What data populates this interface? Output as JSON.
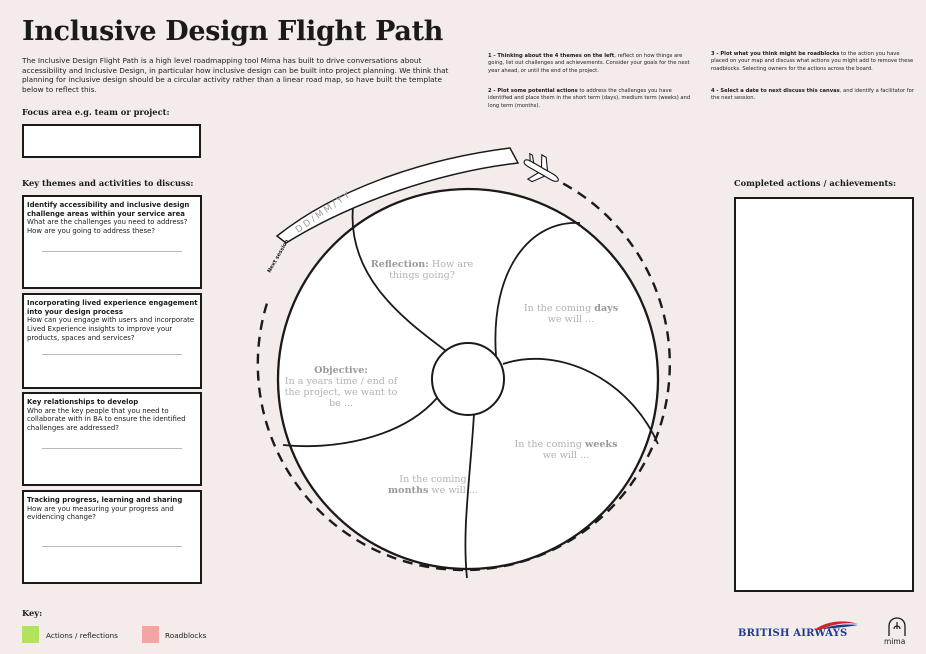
{
  "header": {
    "title": "Inclusive Design Flight Path",
    "intro": "The Inclusive Design Flight Path is a high level roadmapping tool Mima has built to drive conversations about accessibility and Inclusive Design, in particular how inclusive design can be built into project planning. We think that planning for inclusive design should be a circular activity rather than a linear road map, so have built the template below to reflect this."
  },
  "instructions": [
    {
      "bold": "1 - Thinking about the 4 themes on the left",
      "text": ", reflect on how things are going, list out challenges and achievements. Consider your goals for the next year ahead, or until the end of the project."
    },
    {
      "bold": "2 - Plot some potential actions",
      "text": " to address the challenges you have identified and place them in the short term (days), medium term (weeks) and long term (months)."
    },
    {
      "bold": "3 - Plot what you think might be roadblocks",
      "text": " to the action you have placed on your map and discuss what actions you might add to remove these roadblocks. Selecting owners for the actions across the board."
    },
    {
      "bold": "4 - Select a date to next discuss this canvas",
      "text": ", and identify a facilitator for the next session."
    }
  ],
  "focus": {
    "label": "Focus area e.g. team or project:",
    "value": ""
  },
  "themes": {
    "heading": "Key themes and activities to discuss:",
    "items": [
      {
        "title": "Identify accessibility and inclusive design challenge areas within your service area",
        "desc": "What are the challenges you need to address? How are you going to address these?"
      },
      {
        "title": "Incorporating lived experience engagement into your design process",
        "desc": "How can you engage with users and incorporate Lived Experience insights to improve your products, spaces and services?"
      },
      {
        "title": "Key relationships to develop",
        "desc": "Who are the key people that you need to collaborate with in BA to ensure the identified challenges are addressed?"
      },
      {
        "title": "Tracking progress, learning and sharing",
        "desc": "How are you measuring your progress and evidencing change?"
      }
    ]
  },
  "diagram": {
    "date_placeholder": "DD/MM/YY",
    "next_session": "Next session",
    "segments": {
      "reflection": {
        "bold": "Reflection:",
        "rest": " How are",
        "line2": "things going?"
      },
      "objective": {
        "bold": "Objective:",
        "line2": "In a years time / end of",
        "line3": "the project, we want to",
        "line4": "be ..."
      },
      "days": {
        "pre": "In the coming ",
        "bold": "days",
        "line2": "we will ..."
      },
      "weeks": {
        "pre": "In the coming ",
        "bold": "weeks",
        "line2": "we will ..."
      },
      "months": {
        "line1": "In the coming",
        "bold": "months",
        "rest": " we will ..."
      }
    }
  },
  "achievements": {
    "heading": "Completed actions / achievements:"
  },
  "key": {
    "heading": "Key:",
    "items": [
      {
        "label": "Actions / reflections",
        "color": "#b2e35a"
      },
      {
        "label": "Roadblocks",
        "color": "#f5a3a3"
      }
    ]
  },
  "logos": {
    "british_airways": "BRITISH AIRWAYS",
    "mima": "mima"
  },
  "colors": {
    "background": "#f4ecea",
    "ba_blue": "#1e3c8c",
    "ba_red": "#d2232a"
  }
}
